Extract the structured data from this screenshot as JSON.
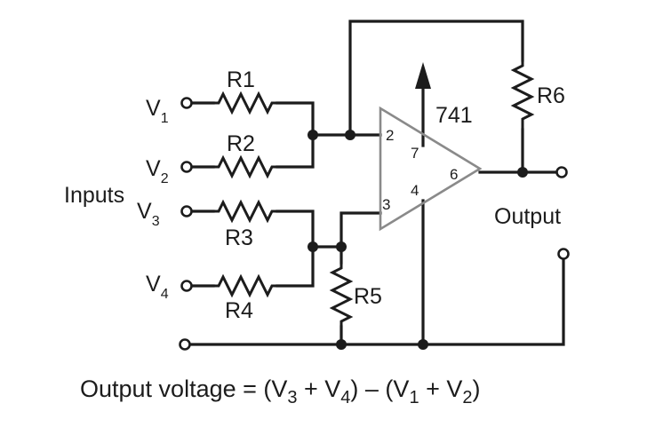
{
  "inputs": {
    "group_label": "Inputs",
    "v1": {
      "base": "V",
      "sub": "1"
    },
    "v2": {
      "base": "V",
      "sub": "2"
    },
    "v3": {
      "base": "V",
      "sub": "3"
    },
    "v4": {
      "base": "V",
      "sub": "4"
    }
  },
  "resistors": {
    "r1": "R1",
    "r2": "R2",
    "r3": "R3",
    "r4": "R4",
    "r5": "R5",
    "r6": "R6"
  },
  "op_amp": {
    "model": "741",
    "pin_inverting": "2",
    "pin_noninverting": "3",
    "pin_output": "6",
    "pin_supply_pos": "7",
    "pin_supply_neg": "4"
  },
  "output": {
    "label": "Output"
  },
  "equation": {
    "prefix": "Output voltage = (V",
    "s3": "3",
    "mid1": " + V",
    "s4": "4",
    "mid2": ") – (V",
    "s1": "1",
    "mid3": " + V",
    "s2": "2",
    "suffix": ")"
  }
}
